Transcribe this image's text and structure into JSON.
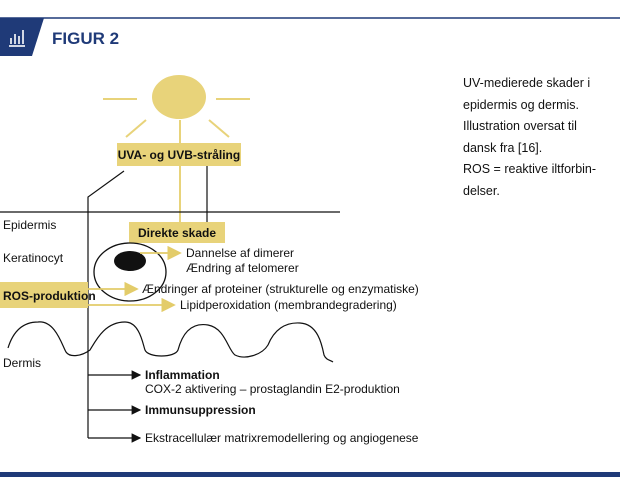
{
  "header": {
    "title": "FIGUR 2",
    "icon": "bar-chart-icon",
    "color": "#1f3a78"
  },
  "diagram": {
    "radiation_label": "UVA- og UVB-stråling",
    "layers": {
      "epidermis": "Epidermis",
      "keratinocyte": "Keratinocyt",
      "dermis": "Dermis"
    },
    "direct_damage": "Direkte skade",
    "ros": "ROS-produktion",
    "effects": {
      "dimers": "Dannelse af dimerer",
      "telomeres": "Ændring af telomerer",
      "proteins": "Ændringer af proteiner (strukturelle og enzymatiske)",
      "lipid": "Lipidperoxidation (membrandegradering)",
      "inflammation": "Inflammation",
      "cox": "COX-2 aktivering – prostaglandin E2-produktion",
      "immuno": "Immunsuppression",
      "ecm": "Ekstracellulær matrixremodellering og angiogenese"
    },
    "accent": "#e8d37a"
  },
  "caption": {
    "lines": [
      "UV-medierede skader i",
      "epidermis og dermis.",
      "Illustration oversat til",
      "dansk fra [16].",
      "ROS = reaktive iltforbin-",
      "delser."
    ]
  }
}
